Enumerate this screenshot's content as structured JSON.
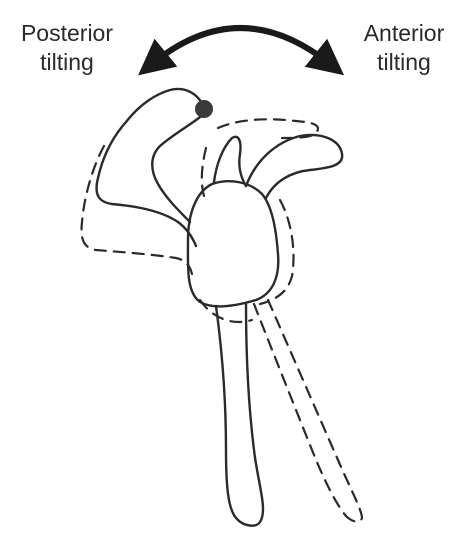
{
  "labels": {
    "left_line1": "Posterior",
    "left_line2": "tilting",
    "right_line1": "Anterior",
    "right_line2": "tilting"
  },
  "colors": {
    "ink": "#2a2a2a",
    "arrow": "#1a1a1a",
    "marker": "#3a3a3a",
    "background": "#ffffff"
  },
  "icons": {
    "arrow": "double-headed-curved-arrow-icon",
    "marker": "reference-point-dot"
  }
}
